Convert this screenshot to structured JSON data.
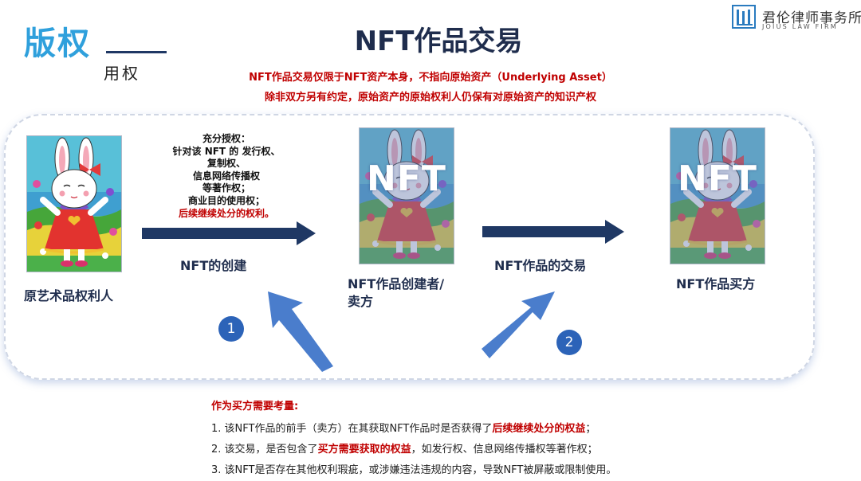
{
  "header": {
    "section_title": "版权",
    "section_subtitle": "用权",
    "main_title": "NFT作品交易"
  },
  "logo": {
    "name_cn": "君伦律师事务所",
    "name_en": "JOIUS LAW FIRM"
  },
  "notes": [
    "NFT作品交易仅限于NFT资产本身，不指向原始资产（Underlying Asset）",
    "除非双方另有约定，原始资产的原始权利人仍保有对原始资产的知识产权"
  ],
  "diagram": {
    "rights": {
      "lines": [
        "充分授权：",
        "针对该 NFT 的 发行权、",
        "复制权、",
        "信息网络传播权",
        "等著作权；",
        "商业目的使用权；"
      ],
      "highlight": "后续继续处分的权利。"
    },
    "nodes": {
      "original": "原艺术品权利人",
      "creator_line1": "NFT作品创建者/",
      "creator_line2": "卖方",
      "buyer": "NFT作品买方"
    },
    "nft_overlay": "NFT",
    "steps": {
      "create": "NFT的创建",
      "trade": "NFT作品的交易",
      "badge1": "1",
      "badge2": "2"
    }
  },
  "considerations": {
    "heading": "作为买方需要考量:",
    "items": [
      {
        "num": "1.",
        "before": "该NFT作品的前手（卖方）在其获取NFT作品时是否获得了",
        "bold": "后续继续处分的权益",
        "after": "；"
      },
      {
        "num": "2.",
        "before": "该交易，是否包含了",
        "bold": "买方需要获取的权益",
        "after": "，如发行权、信息网络传播权等著作权；"
      },
      {
        "num": "3.",
        "before": "该NFT是否存在其他权利瑕疵，或涉嫌违法违规的内容，导致NFT被屏蔽或限制使用。",
        "bold": "",
        "after": ""
      }
    ]
  },
  "colors": {
    "accent_blue": "#2fa0dc",
    "navy": "#1f3864",
    "warning_red": "#c00000",
    "badge_blue": "#2c63b8"
  }
}
